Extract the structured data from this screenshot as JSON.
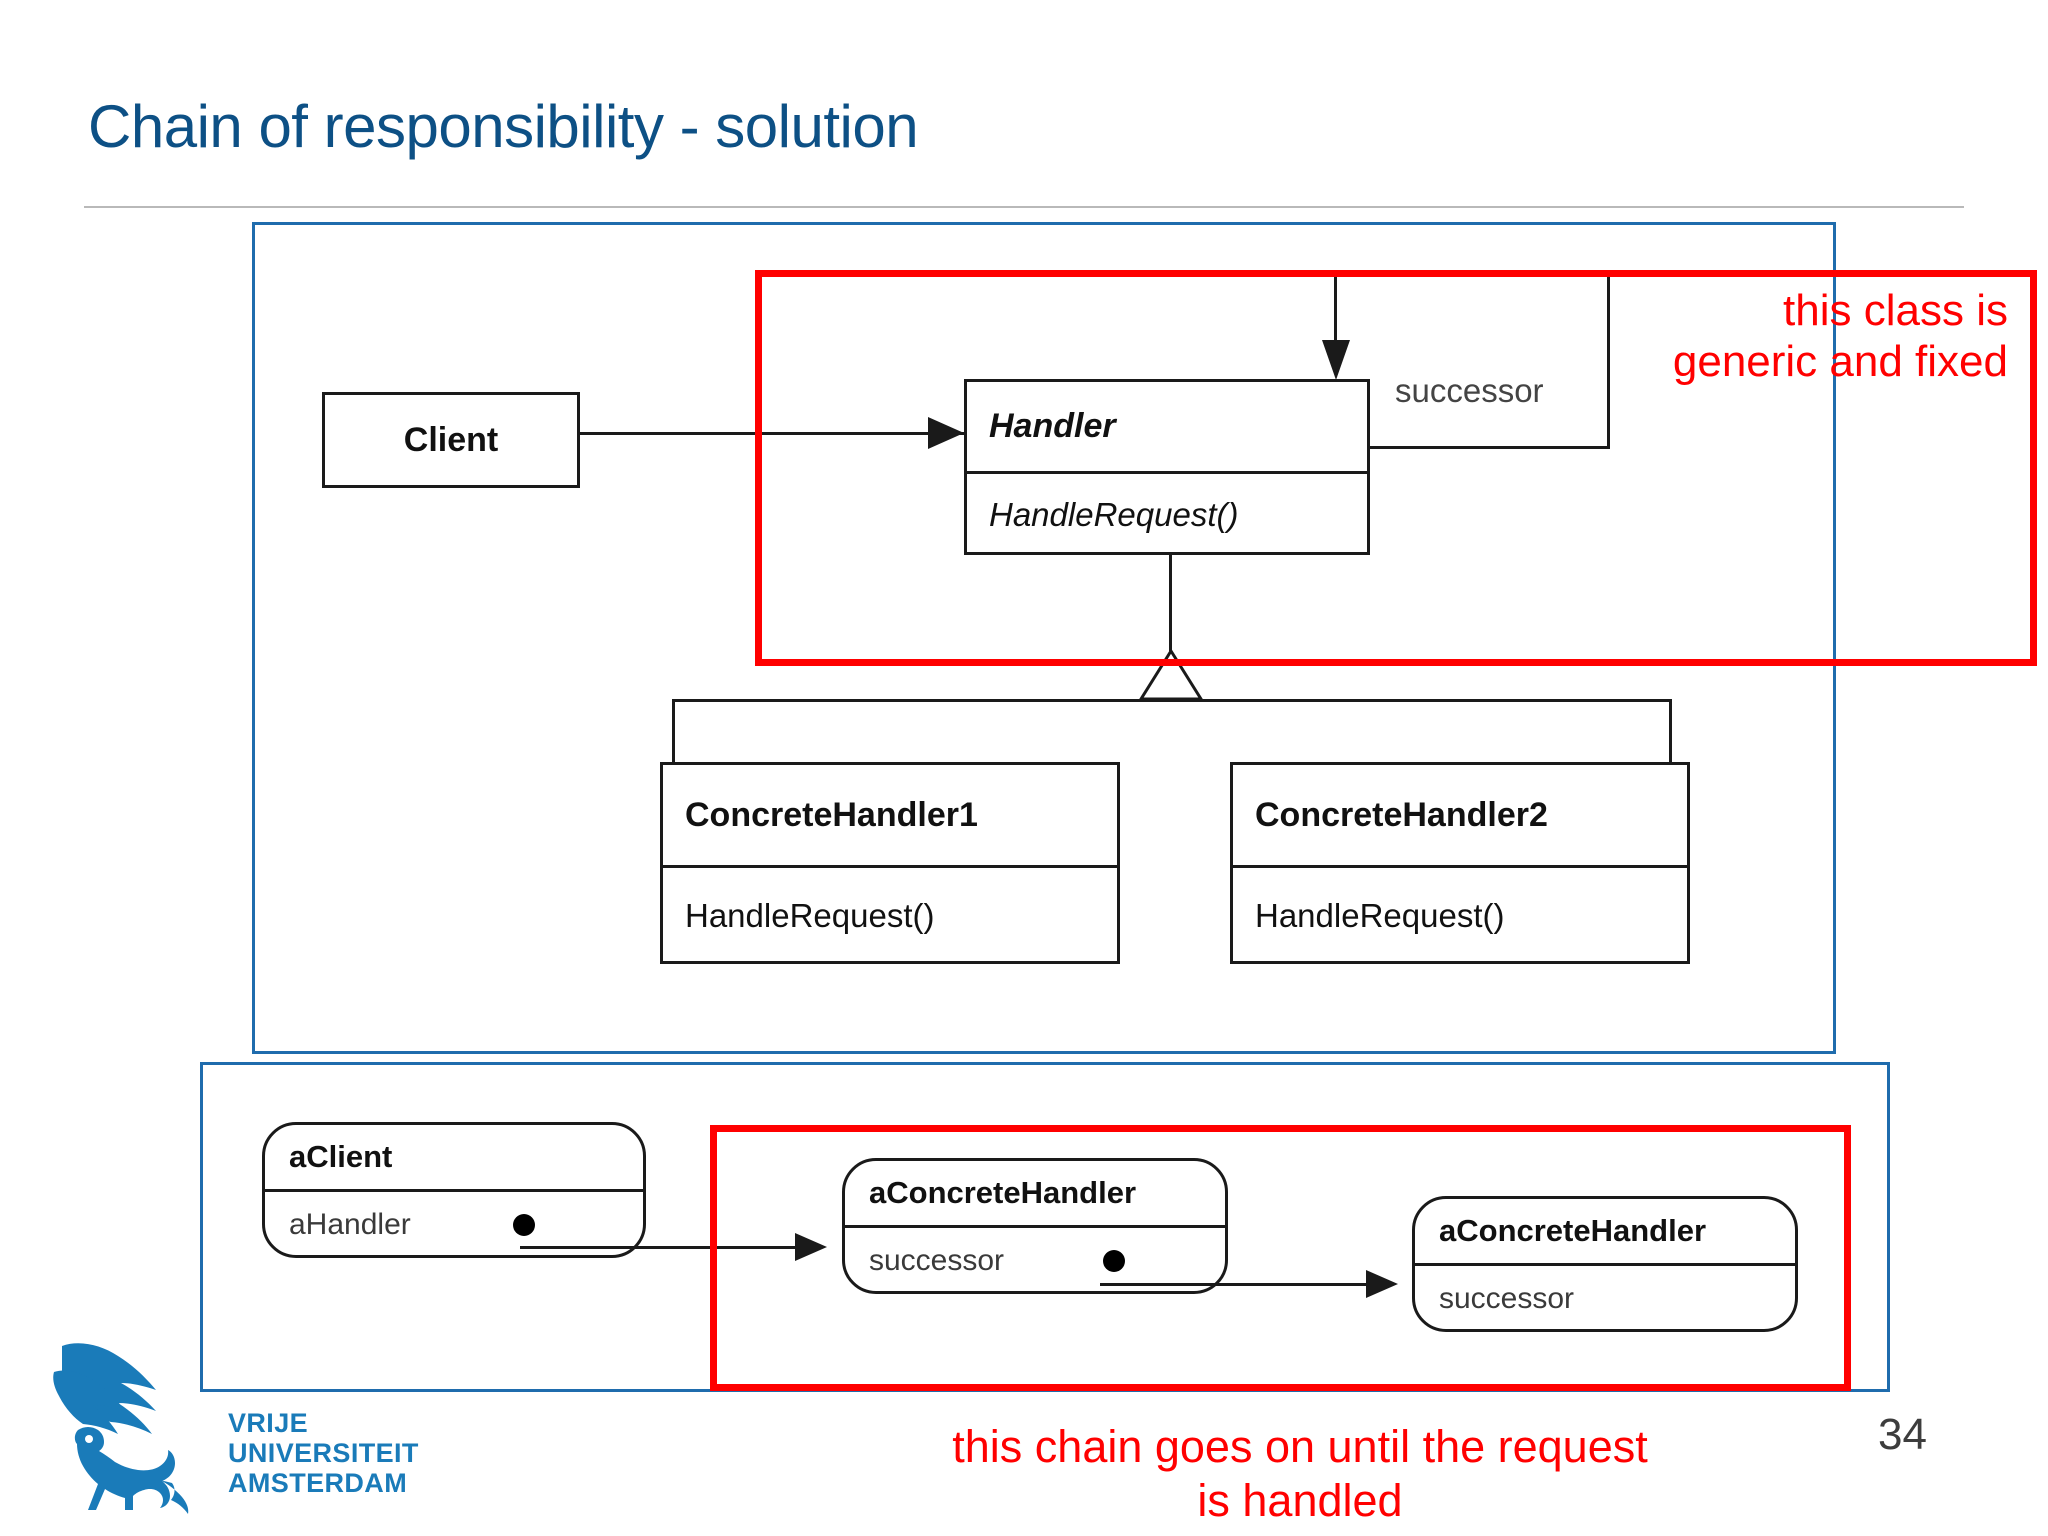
{
  "slide": {
    "title": "Chain of responsibility - solution",
    "page_number": "34",
    "title_color": "#0d5085",
    "accent_blue": "#1f6cad",
    "highlight_red": "#ff0000",
    "logo_blue": "#1a7bb9"
  },
  "class_diagram": {
    "client": {
      "name": "Client"
    },
    "handler": {
      "name": "Handler",
      "operation": "HandleRequest()",
      "association_label": "successor"
    },
    "concrete_handler_1": {
      "name": "ConcreteHandler1",
      "operation": "HandleRequest()"
    },
    "concrete_handler_2": {
      "name": "ConcreteHandler2",
      "operation": "HandleRequest()"
    }
  },
  "object_diagram": {
    "a_client": {
      "name": "aClient",
      "attribute": "aHandler"
    },
    "a_concrete_handler_middle": {
      "name": "aConcreteHandler",
      "attribute": "successor"
    },
    "a_concrete_handler_right": {
      "name": "aConcreteHandler",
      "attribute": "successor"
    }
  },
  "annotations": {
    "handler_note": "this class is generic and fixed",
    "chain_note": "this chain goes on until the request is handled"
  },
  "logo": {
    "line1": "VRIJE",
    "line2": "UNIVERSITEIT",
    "line3": "AMSTERDAM"
  }
}
